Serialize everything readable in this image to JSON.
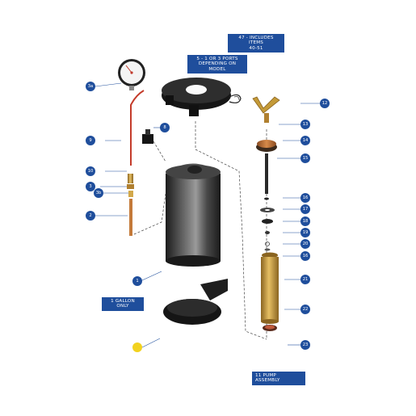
{
  "colors": {
    "callout": "#1f4e9c",
    "highlight_callout": "#f2d21f",
    "brass": "#c79a3a",
    "tank": "#3a3a3a"
  },
  "labels": {
    "includes_items": "47 - INCLUDES ITEMS\n40-51",
    "ports": "5 - 1 OR 3 PORTS\nDEPENDING ON MODEL",
    "gallon": "1 GALLON ONLY",
    "pump": "11   PUMP ASSEMBLY"
  },
  "callouts": {
    "gauge": "3a",
    "c12": "12",
    "c8": "8",
    "c13": "13",
    "c9": "9",
    "c14": "14",
    "c15": "15",
    "c10": "10",
    "c3": "3",
    "c3b": "3b",
    "c16a": "16",
    "c17": "17",
    "c2": "2",
    "c18": "18",
    "c19": "19",
    "c20": "20",
    "c16b": "16",
    "c1": "1",
    "c21": "21",
    "c22": "22",
    "c23": "23"
  }
}
